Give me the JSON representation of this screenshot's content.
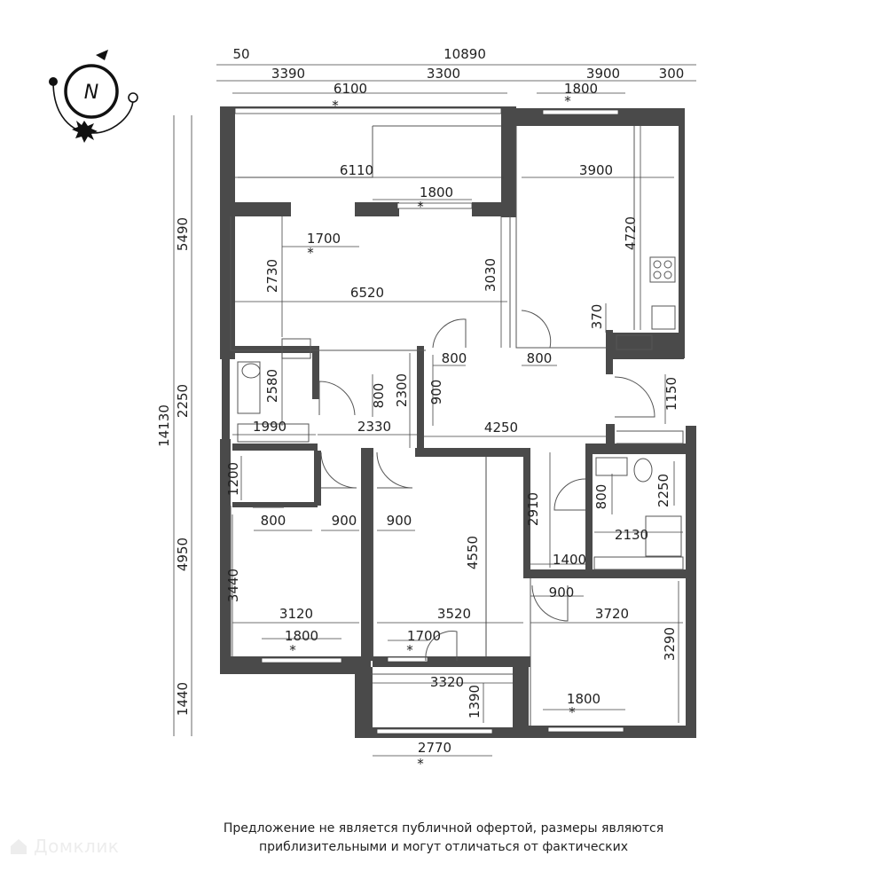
{
  "compass": {
    "letter": "N"
  },
  "dimensions": {
    "top_50": "50",
    "top_total": "10890",
    "top_3390": "3390",
    "top_3300": "3300",
    "top_3900": "3900",
    "top_300": "300",
    "top_6100": "6100",
    "top_1800_window": "1800",
    "balcony_6110": "6110",
    "balcony_1800": "1800",
    "kitchen_3900": "3900",
    "kitchen_4720": "4720",
    "living_1700": "1700",
    "living_2730": "2730",
    "living_6520": "6520",
    "living_3030": "3030",
    "kitchen_370": "370",
    "door_800_a": "800",
    "door_800_b": "800",
    "door_900": "900",
    "hall_1150": "1150",
    "bath_2580": "2580",
    "bath_800": "800",
    "hall_2300": "2300",
    "bath_1990": "1990",
    "hall_2330": "2330",
    "hall_4250": "4250",
    "closet_1200": "1200",
    "closet_800": "800",
    "door_900_c": "900",
    "door_900_d": "900",
    "hall_2910": "2910",
    "wc_800": "800",
    "wc_2250": "2250",
    "wc_2130": "2130",
    "hall_1400": "1400",
    "door_900_e": "900",
    "bed1_3440": "3440",
    "bed1_3120": "3120",
    "bed1_1800": "1800",
    "bed2_4550": "4550",
    "bed2_3520": "3520",
    "bed2_1700": "1700",
    "bed3_3720": "3720",
    "bed3_3290": "3290",
    "bed3_1800": "1800",
    "loggia_3320": "3320",
    "loggia_1390": "1390",
    "loggia_2770": "2770",
    "left_total": "14130",
    "left_5490": "5490",
    "left_2250": "2250",
    "left_4950": "4950",
    "left_1440": "1440",
    "star": "*"
  },
  "disclaimer": {
    "line1": "Предложение не является публичной офертой, размеры являются",
    "line2": "приблизительными и могут отличаться от фактических"
  },
  "watermark": "Домклик"
}
